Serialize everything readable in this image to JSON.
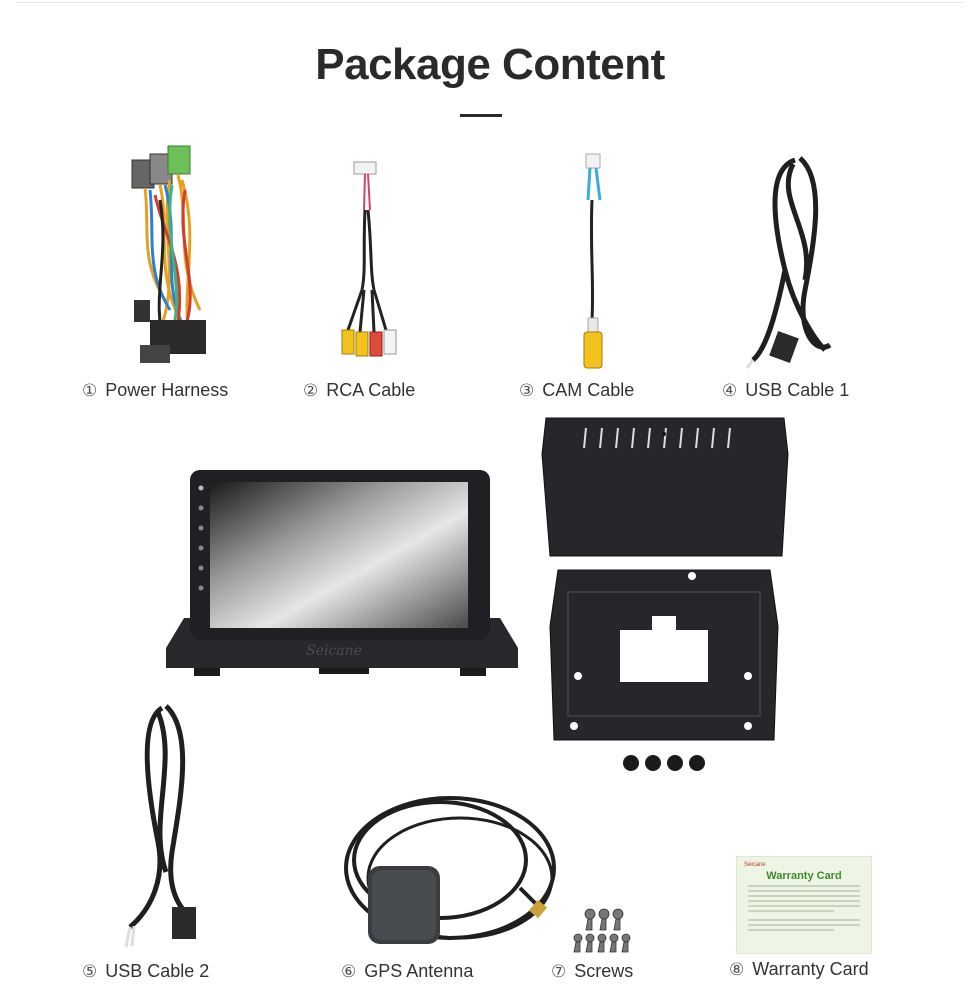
{
  "header": {
    "title": "Package Content"
  },
  "items": [
    {
      "num": "①",
      "name": "Power Harness"
    },
    {
      "num": "②",
      "name": "RCA Cable"
    },
    {
      "num": "③",
      "name": "CAM Cable"
    },
    {
      "num": "④",
      "name": "USB Cable 1"
    },
    {
      "num": "⑤",
      "name": "USB Cable 2"
    },
    {
      "num": "⑥",
      "name": "GPS Antenna"
    },
    {
      "num": "⑦",
      "name": "Screws"
    },
    {
      "num": "⑧",
      "name": "Warranty Card"
    }
  ],
  "head_unit": {
    "logo": "Seicane"
  },
  "warranty_card": {
    "brand": "Seicane",
    "title": "Warranty Card"
  },
  "colors": {
    "title": "#2a2a2a",
    "text": "#333333",
    "device_body": "#1e2024",
    "card_title": "#3f8b2e",
    "card_bg": "#eef5e4"
  }
}
